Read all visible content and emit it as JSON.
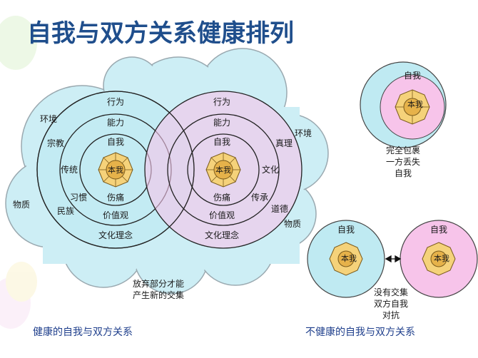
{
  "title": "自我与双方关系健康排列",
  "colors": {
    "title": "#1f4e8c",
    "cloud": "#cdeef5",
    "cloud_stroke": "#9aa9b0",
    "left_fill": "#bfeaf2",
    "right_fill": "#f7c4ea",
    "core_fill": "#f5d27a",
    "core_inner": "#e6b24a",
    "caption": "#1f3f8c"
  },
  "left_circle": {
    "rings": [
      "行为",
      "能力",
      "自我",
      "本我"
    ],
    "lower": [
      "伤痛",
      "价值观",
      "文化理念"
    ],
    "outside": [
      "环境",
      "宗教",
      "传统",
      "习惯",
      "民族",
      "物质"
    ]
  },
  "right_circle": {
    "rings": [
      "行为",
      "能力",
      "自我",
      "本我"
    ],
    "lower": [
      "伤痛",
      "价值观",
      "文化理念"
    ],
    "outside": [
      "环境",
      "真理",
      "文化",
      "传承",
      "道德",
      "物质"
    ]
  },
  "intersection_note": [
    "放弃部分才能",
    "产生新的交集"
  ],
  "healthy_caption": "健康的自我与双方关系",
  "unhealthy_caption": "不健康的自我与双方关系",
  "engulf": {
    "self": "自我",
    "core": "本我",
    "note": [
      "完全包裹",
      "一方丢失",
      "自我"
    ]
  },
  "opposed": {
    "left_self": "自我",
    "right_self": "自我",
    "core": "本我",
    "note": [
      "没有交集",
      "双方自我",
      "对抗"
    ]
  }
}
